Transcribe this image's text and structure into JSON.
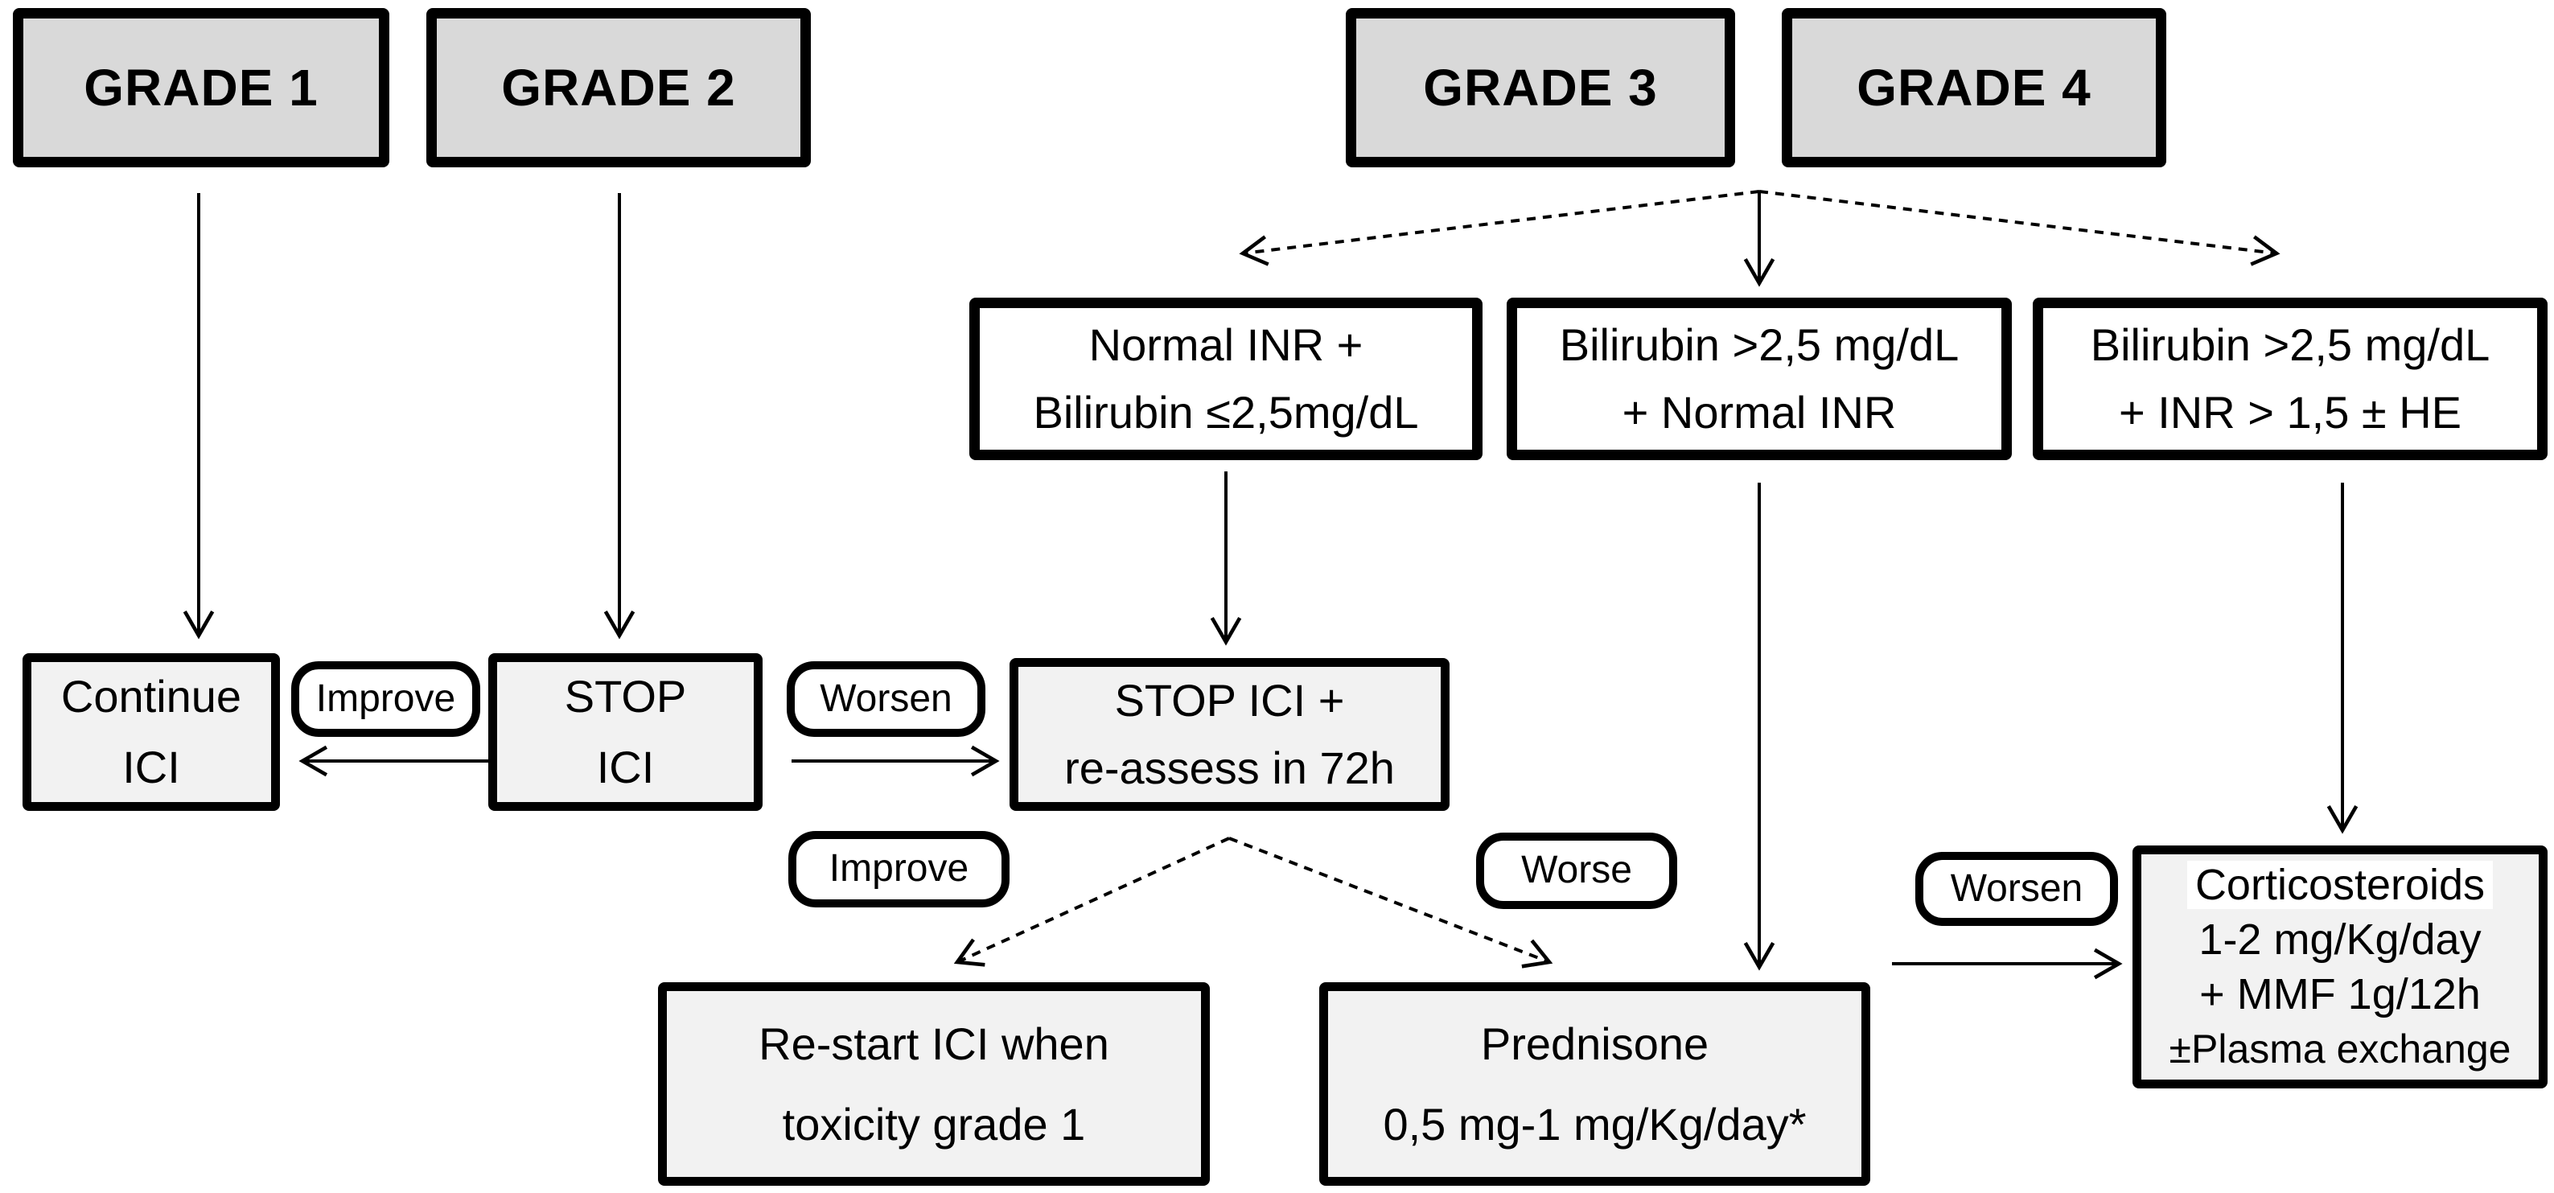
{
  "colors": {
    "background": "#ffffff",
    "box_border": "#000000",
    "grade_fill": "#d9d9d9",
    "action_fill": "#f2f2f2",
    "criteria_fill": "#ffffff",
    "label_fill": "#ffffff",
    "text": "#000000"
  },
  "nodes": {
    "grade1": {
      "label": "GRADE 1"
    },
    "grade2": {
      "label": "GRADE 2"
    },
    "grade3": {
      "label": "GRADE 3"
    },
    "grade4": {
      "label": "GRADE 4"
    },
    "criteria_normal_inr": {
      "lines": [
        "Normal INR +",
        "Bilirubin ≤2,5mg/dL"
      ]
    },
    "criteria_bili_normal_inr": {
      "lines": [
        "Bilirubin >2,5 mg/dL",
        "+ Normal INR"
      ]
    },
    "criteria_bili_high_inr": {
      "lines": [
        "Bilirubin >2,5 mg/dL",
        "+ INR > 1,5 ± HE"
      ]
    },
    "continue_ici": {
      "lines": [
        "Continue",
        "ICI"
      ]
    },
    "stop_ici": {
      "lines": [
        "STOP",
        "ICI"
      ]
    },
    "stop_reassess": {
      "lines": [
        "STOP ICI +",
        "re-assess in 72h"
      ]
    },
    "restart_ici": {
      "lines": [
        "Re-start ICI when",
        "toxicity grade 1"
      ]
    },
    "prednisone": {
      "lines": [
        "Prednisone",
        "0,5 mg-1 mg/Kg/day*"
      ]
    },
    "corticosteroids": {
      "lines": [
        "Corticosteroids",
        "1-2 mg/Kg/day",
        "+ MMF 1g/12h",
        "±Plasma exchange"
      ]
    }
  },
  "edge_labels": {
    "improve_to_continue": "Improve",
    "worsen_to_reassess": "Worsen",
    "improve_to_restart": "Improve",
    "worse_to_prednisone": "Worse",
    "worsen_to_corticosteroids": "Worsen"
  },
  "edges": [
    {
      "from": "grade1",
      "to": "continue_ici",
      "label": "",
      "style": "solid"
    },
    {
      "from": "grade2",
      "to": "stop_ici",
      "label": "",
      "style": "solid"
    },
    {
      "from": "grade3_grade4",
      "to": "criteria_normal_inr",
      "label": "",
      "style": "dashed"
    },
    {
      "from": "grade3_grade4",
      "to": "criteria_bili_normal_inr",
      "label": "",
      "style": "solid"
    },
    {
      "from": "grade3_grade4",
      "to": "criteria_bili_high_inr",
      "label": "",
      "style": "dashed"
    },
    {
      "from": "criteria_normal_inr",
      "to": "stop_reassess",
      "label": "",
      "style": "solid"
    },
    {
      "from": "criteria_bili_normal_inr",
      "to": "prednisone",
      "label": "",
      "style": "solid"
    },
    {
      "from": "criteria_bili_high_inr",
      "to": "corticosteroids",
      "label": "",
      "style": "solid"
    },
    {
      "from": "stop_ici",
      "to": "continue_ici",
      "label": "Improve",
      "style": "solid"
    },
    {
      "from": "stop_ici",
      "to": "stop_reassess",
      "label": "Worsen",
      "style": "solid"
    },
    {
      "from": "stop_reassess",
      "to": "restart_ici",
      "label": "Improve",
      "style": "dashed"
    },
    {
      "from": "stop_reassess",
      "to": "prednisone",
      "label": "Worse",
      "style": "dashed"
    },
    {
      "from": "prednisone",
      "to": "corticosteroids",
      "label": "Worsen",
      "style": "solid"
    }
  ]
}
